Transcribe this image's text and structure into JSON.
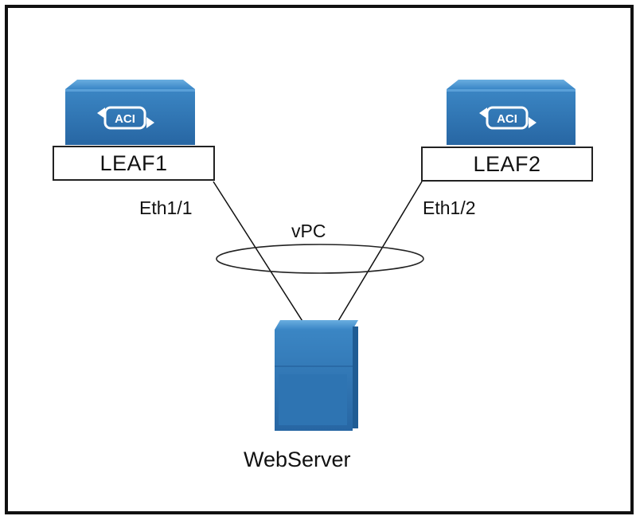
{
  "leaf1": {
    "name": "LEAF1",
    "badge": "ACI",
    "port": "Eth1/1"
  },
  "leaf2": {
    "name": "LEAF2",
    "badge": "ACI",
    "port": "Eth1/2"
  },
  "link_label": "vPC",
  "server": {
    "name": "WebServer"
  },
  "colors": {
    "device_blue": "#2f79b8",
    "device_dark": "#1f5c94",
    "device_light": "#4a95d1",
    "line": "#111111",
    "frame": "#111111"
  }
}
